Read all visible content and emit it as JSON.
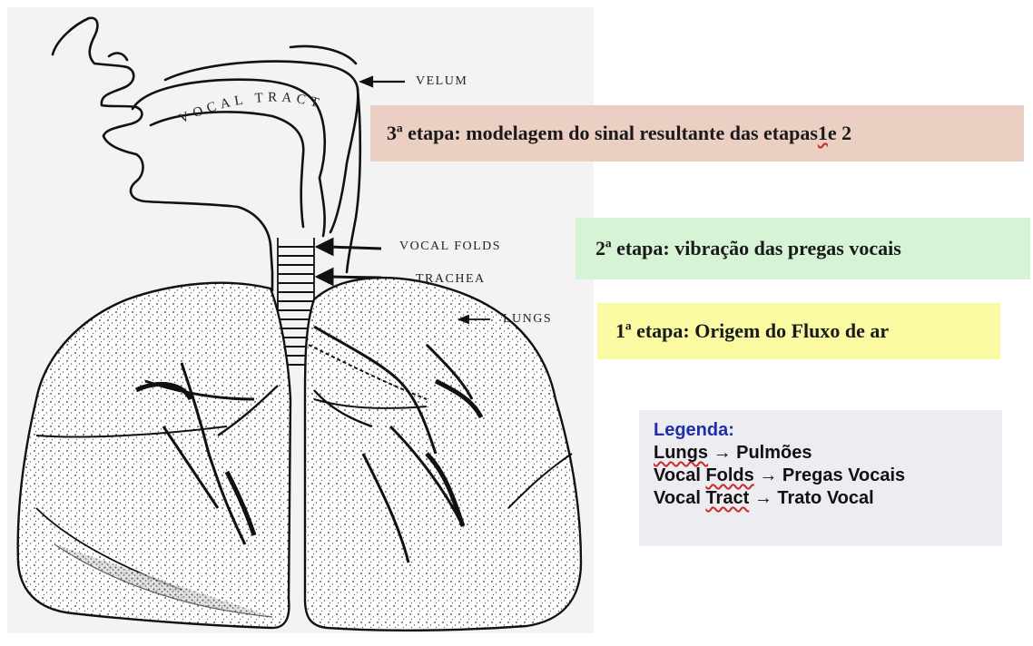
{
  "diagram": {
    "anatomy_labels": {
      "velum": "VELUM",
      "vocal_tract": "VOCAL TRACT",
      "vocal_folds": "VOCAL FOLDS",
      "trachea": "TRACHEA",
      "lungs": "LUNGS"
    },
    "stages": [
      {
        "prefix": "3ª etapa: modelagem do sinal resultante das etapas ",
        "emph": "1",
        "suffix": " e 2",
        "color": "#eccfc3"
      },
      {
        "text": "2ª etapa: vibração das pregas vocais",
        "color": "#d6f3d6"
      },
      {
        "text": "1ª etapa: Origem do Fluxo de ar",
        "color": "#fafaa2"
      }
    ],
    "legend": {
      "title": "Legenda:",
      "items": [
        {
          "term": "Lungs",
          "translation": "Pulmões"
        },
        {
          "term_prefix": "Vocal ",
          "term_emph": "Folds",
          "translation": "Pregas Vocais"
        },
        {
          "term_prefix": "Vocal ",
          "term_emph": "Tract",
          "translation": "Trato Vocal"
        }
      ],
      "arrow": "→",
      "title_color": "#1f2fa6"
    }
  }
}
